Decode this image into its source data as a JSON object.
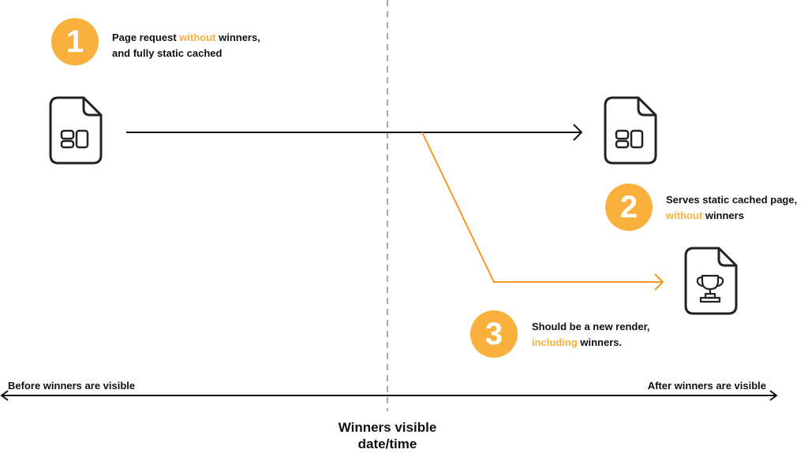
{
  "colors": {
    "accent": "#f9b03d",
    "line_orange": "#f59a23",
    "ink": "#111111",
    "divider": "#aaaaaa"
  },
  "steps": [
    {
      "number": "1",
      "text_before": "Page request ",
      "highlight": "without",
      "text_after": " winners,",
      "line2": "and fully static cached"
    },
    {
      "number": "2",
      "line1": "Serves static cached page,",
      "highlight": "without",
      "text_after": " winners"
    },
    {
      "number": "3",
      "line1": "Should be a new render,",
      "highlight": "including",
      "text_after": " winners."
    }
  ],
  "timeline": {
    "left_label": "Before winners are visible",
    "right_label": "After winners are visible"
  },
  "divider_label": {
    "line1": "Winners visible",
    "line2": "date/time"
  },
  "icons": {
    "page": "page-layout-file-icon",
    "trophy": "trophy-file-icon"
  }
}
